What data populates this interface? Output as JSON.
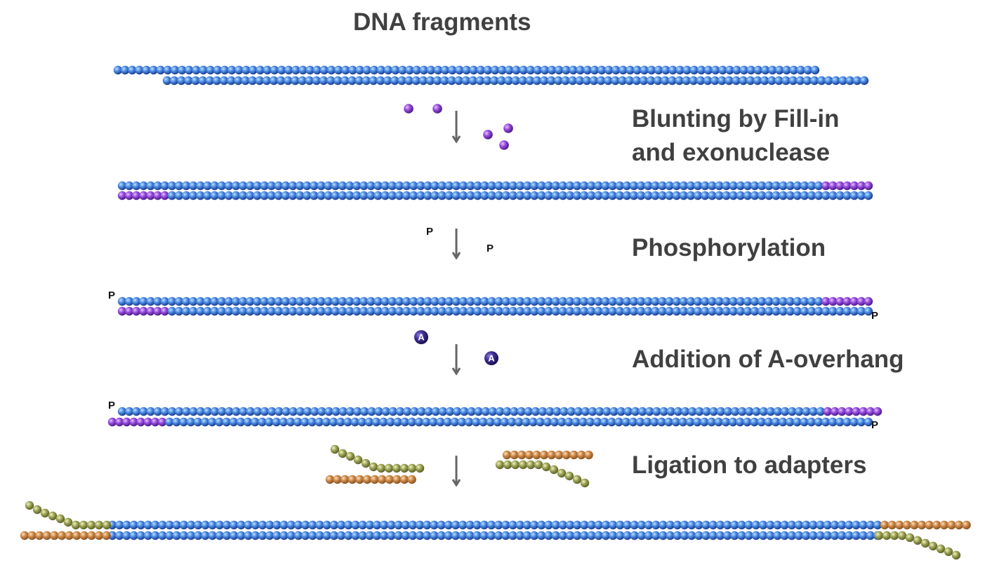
{
  "title": "DNA fragments",
  "steps": [
    {
      "line1": "Blunting by Fill-in",
      "line2": "and exonuclease"
    },
    {
      "line1": "Phosphorylation"
    },
    {
      "line1": "Addition of A-overhang"
    },
    {
      "line1": "Ligation to adapters"
    }
  ],
  "markers": {
    "phosphate": "P",
    "adenine": "A"
  },
  "colors": {
    "dna_blue": "#3c6fcf",
    "fill_in_purple": "#8a3fd0",
    "adenine_dark": "#3c2a8a",
    "adapter_orange": "#c98a4a",
    "adapter_olive": "#98a050",
    "text": "#404040",
    "arrow": "#666666"
  }
}
